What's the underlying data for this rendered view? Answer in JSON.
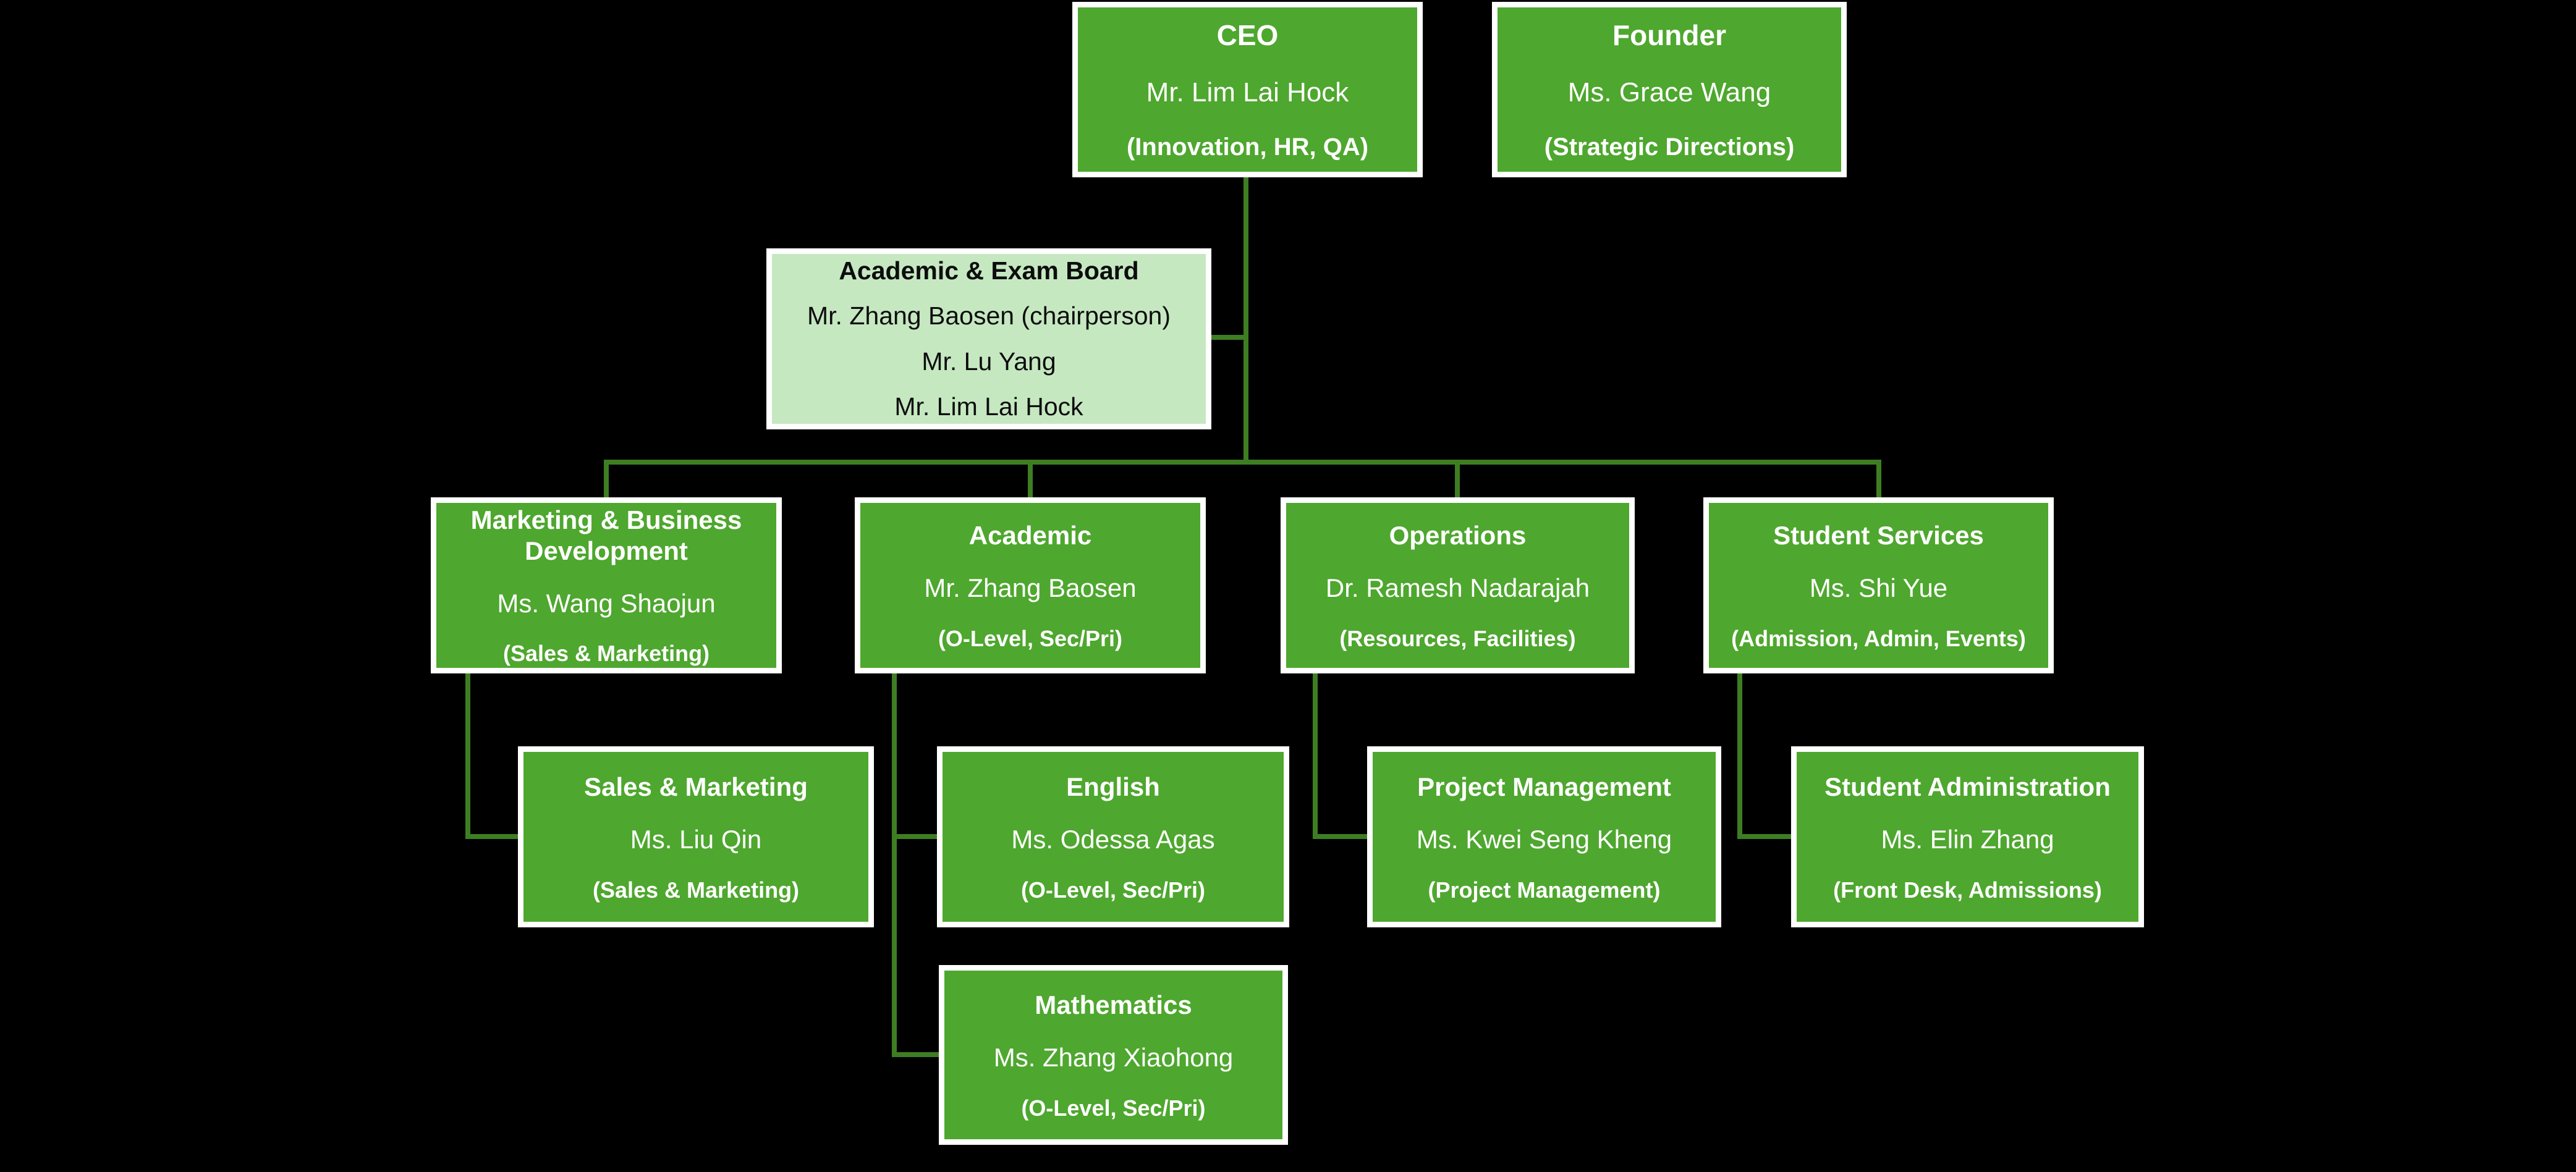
{
  "canvas": {
    "background": "#000000"
  },
  "colors": {
    "node_fill": "#4EA72E",
    "node_border": "#FFFFFF",
    "board_fill": "#C5E8C1",
    "connector_line": "#3E7E23",
    "node_text": "#FFFFFF",
    "board_text": "#0D0D0D"
  },
  "nodes": {
    "ceo": {
      "title": "CEO",
      "person": "Mr. Lim Lai Hock",
      "note": "(Innovation, HR, QA)"
    },
    "founder": {
      "title": "Founder",
      "person": "Ms. Grace Wang",
      "note": "(Strategic Directions)"
    },
    "board": {
      "title": "Academic & Exam Board",
      "members": [
        "Mr. Zhang Baosen (chairperson)",
        "Mr. Lu Yang",
        "Mr. Lim Lai Hock"
      ]
    },
    "marketing_bd": {
      "title": "Marketing & Business Development",
      "person": "Ms. Wang Shaojun",
      "note": "(Sales & Marketing)"
    },
    "academic": {
      "title": "Academic",
      "person": "Mr. Zhang Baosen",
      "note": "(O-Level, Sec/Pri)"
    },
    "operations": {
      "title": "Operations",
      "person": "Dr. Ramesh Nadarajah",
      "note": "(Resources, Facilities)"
    },
    "student_services": {
      "title": "Student Services",
      "person": "Ms. Shi Yue",
      "note": "(Admission, Admin, Events)"
    },
    "sales_marketing": {
      "title": "Sales & Marketing",
      "person": "Ms. Liu Qin",
      "note": "(Sales & Marketing)"
    },
    "english": {
      "title": "English",
      "person": "Ms. Odessa Agas",
      "note": "(O-Level, Sec/Pri)"
    },
    "project_mgmt": {
      "title": "Project Management",
      "person": "Ms. Kwei Seng Kheng",
      "note": "(Project Management)"
    },
    "student_admin": {
      "title": "Student Administration",
      "person": "Ms. Elin Zhang",
      "note": "(Front Desk, Admissions)"
    },
    "mathematics": {
      "title": "Mathematics",
      "person": "Ms. Zhang Xiaohong",
      "note": "(O-Level, Sec/Pri)"
    }
  }
}
